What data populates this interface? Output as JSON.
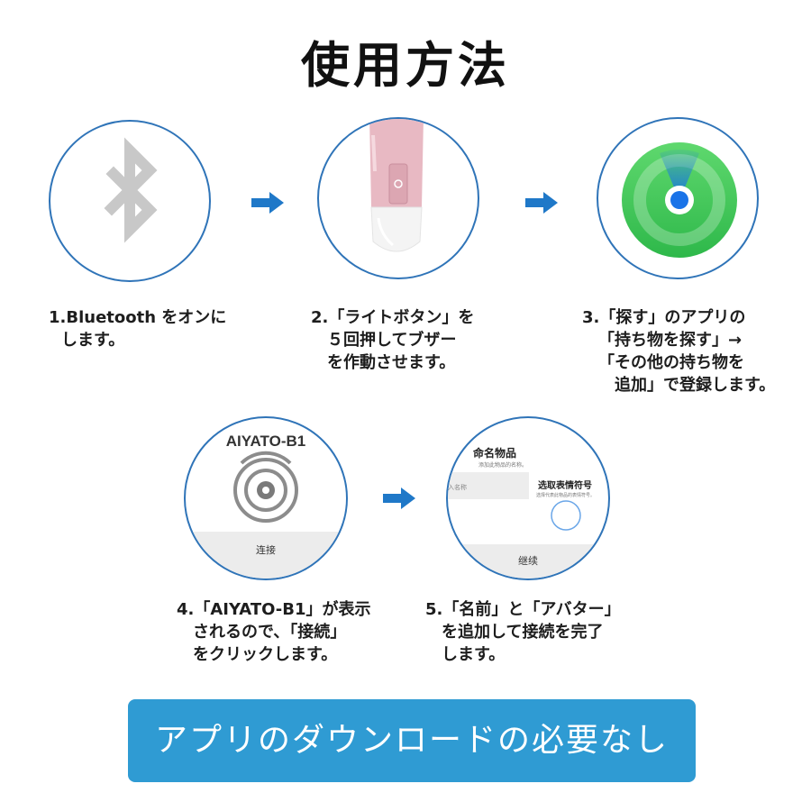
{
  "title": "使用方法",
  "steps": {
    "s1": [
      "1.Bluetooth をオンに",
      "  します。"
    ],
    "s2": [
      "2.「ライトボタン」を",
      "　５回押してブザー",
      "　を作動させます。"
    ],
    "s3": [
      "3.「探す」のアプリの",
      "「持ち物を探す」→",
      "「その他の持ち物を",
      "　追加」で登録します。"
    ],
    "s4": [
      "4.「AIYATO-B1」が表示",
      "　されるので、「接続」",
      "　をクリックします。"
    ],
    "s5": [
      "5.「名前」と「アバター」",
      "　を追加して接続を完了",
      "　します。"
    ]
  },
  "circle4": {
    "device_name": "AIYATO-B1",
    "connect_label": "连接"
  },
  "circle5": {
    "title": "命名物品",
    "subtitle": "添加此物品的名称。",
    "input_placeholder": "入名称",
    "emoji_title": "选取表情符号",
    "emoji_subtitle": "选择代表此物品的表情符号。",
    "continue_label": "继续"
  },
  "banner": "アプリのダウンロードの必要なし",
  "icons": {
    "bluetooth": "bluetooth-icon",
    "tracker": "tracker-device-image",
    "findmy": "find-my-icon",
    "radar": "radar-icon",
    "arrow": "right-arrow-icon"
  },
  "colors": {
    "circle_border": "#2f74b8",
    "arrow": "#1f78c8",
    "banner": "#2f9bd3",
    "findmy_green": "#34c759"
  }
}
